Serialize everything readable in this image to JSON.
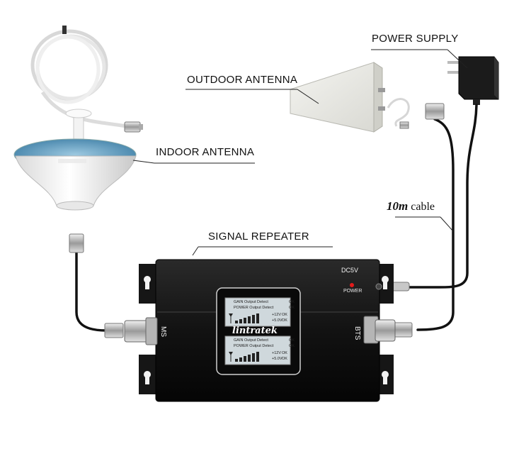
{
  "labels": {
    "power_supply": "POWER SUPPLY",
    "outdoor_antenna": "OUTDOOR ANTENNA",
    "indoor_antenna": "INDOOR ANTENNA",
    "signal_repeater": "SIGNAL REPEATER",
    "cable_length": "10m",
    "cable_word": "cable"
  },
  "repeater": {
    "brand": "lintratek",
    "dc_label": "DC5V",
    "power_label": "POWER",
    "port_left": "MS",
    "port_right": "BTS",
    "lcd_top": {
      "row1": "GAIN Output Detect",
      "row1_status": "OK",
      "row2": "POWER Output Detect",
      "row2_status": "OK",
      "row3": "+12V",
      "row3_status": "OK",
      "row4": "+5.0V",
      "row4_status": "OK"
    },
    "lcd_bottom": {
      "row1": "GAIN Output Detect",
      "row1_status": "OK",
      "row2": "POWER Output Detect",
      "row2_status": "OK",
      "row3": "+12V",
      "row3_status": "OK",
      "row4": "+5.0V",
      "row4_status": "OK"
    }
  },
  "colors": {
    "device_body": "#111111",
    "lcd_screen": "#cfd8dc",
    "power_led": "#e21b1b",
    "indoor_antenna_dish": "#5b9bc0",
    "cable": "#111111"
  }
}
